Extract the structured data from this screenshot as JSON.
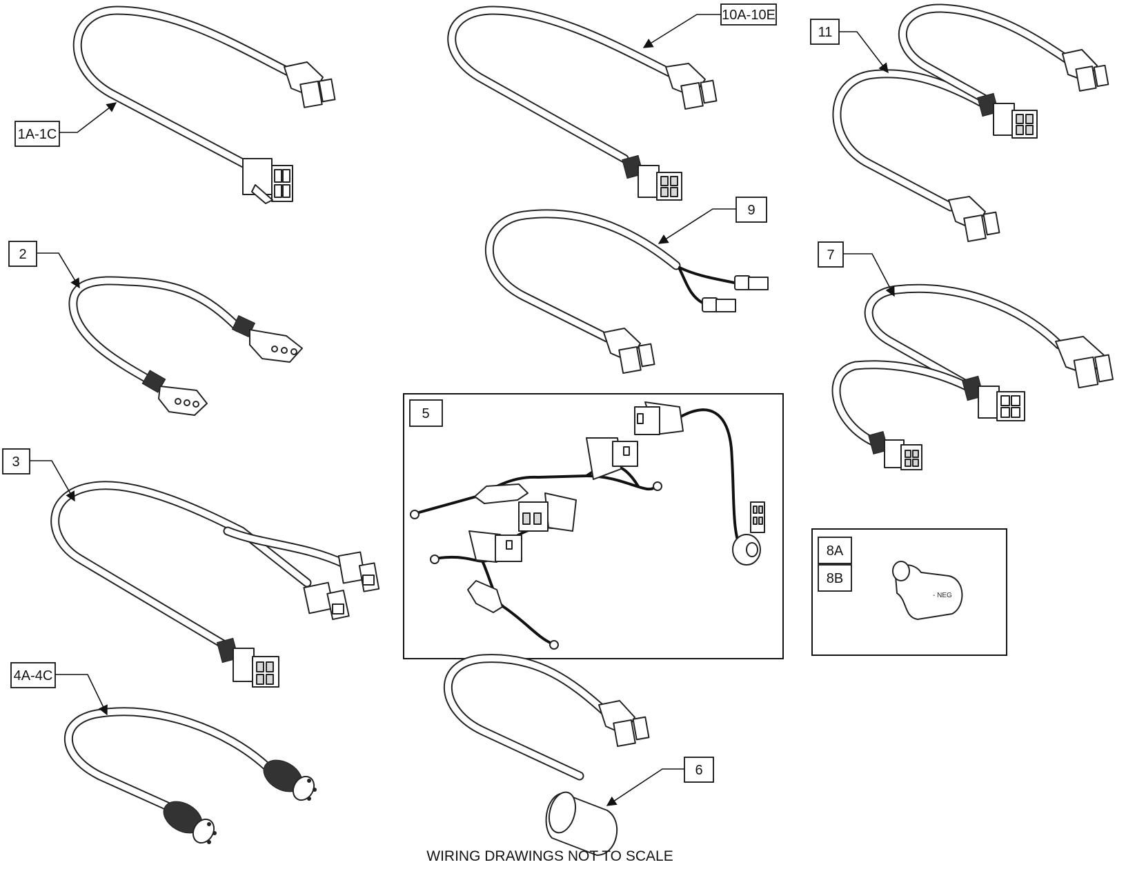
{
  "labels": {
    "l1": "1A-1C",
    "l2": "2",
    "l3": "3",
    "l4": "4A-4C",
    "l5": "5",
    "l6": "6",
    "l7": "7",
    "l8a": "8A",
    "l8b": "8B",
    "l9": "9",
    "l10": "10A-10E",
    "l11": "11"
  },
  "footer": "WIRING DRAWINGS NOT TO SCALE"
}
